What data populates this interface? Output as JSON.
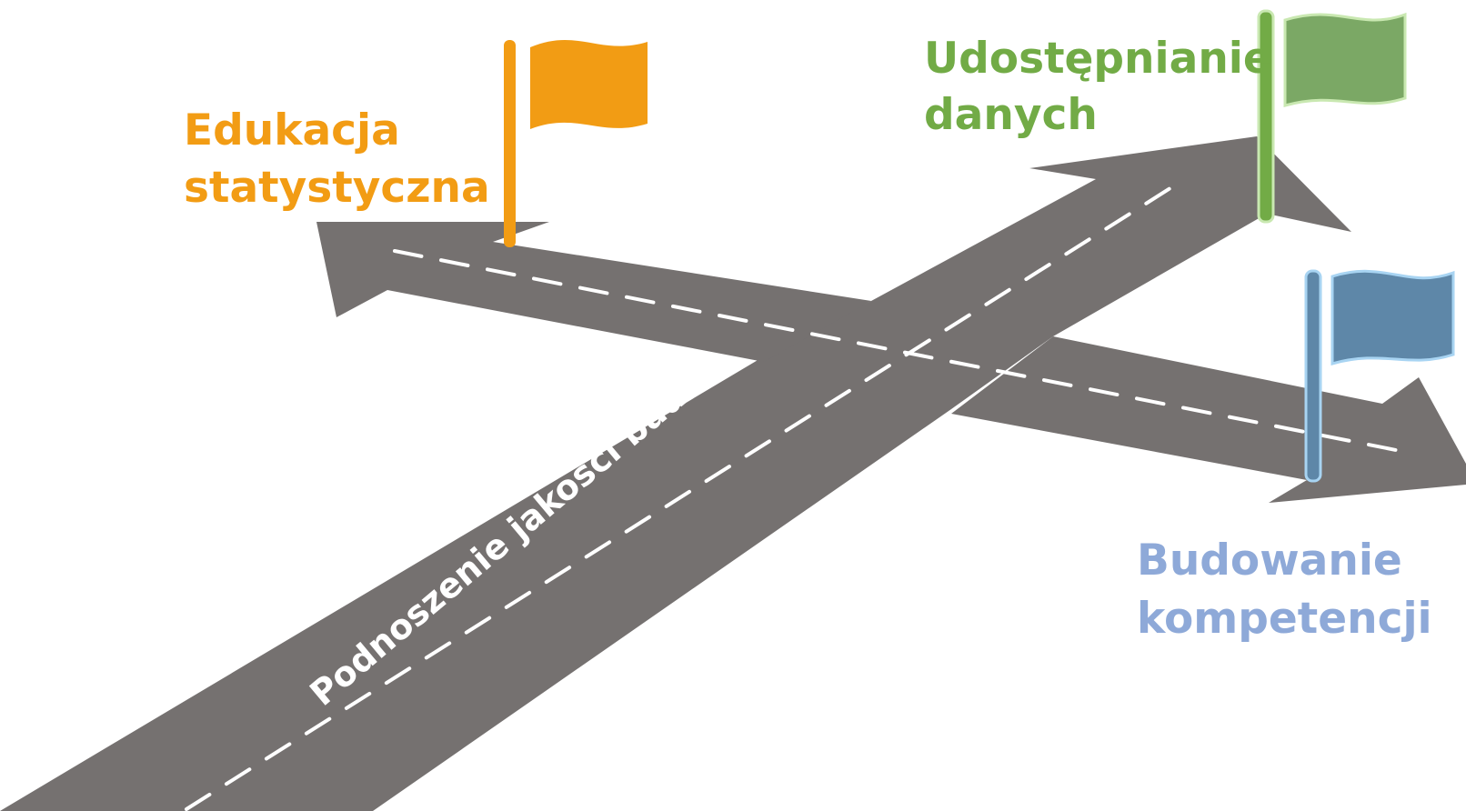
{
  "main_road": {
    "label": "Podnoszenie jakości badań"
  },
  "goals": [
    {
      "id": "education",
      "line1": "Edukacja",
      "line2": "statystyczna",
      "color": "#f29c14",
      "flag_color": "#f29c14"
    },
    {
      "id": "data-sharing",
      "line1": "Udostępnianie",
      "line2": "danych",
      "color": "#72ab46",
      "flag_color": "#7ba865"
    },
    {
      "id": "competence",
      "line1": "Budowanie",
      "line2": "kompetencji",
      "color": "#8ea9d8",
      "flag_color": "#5e87a8"
    }
  ],
  "colors": {
    "road": "#757170",
    "dash": "#ffffff"
  }
}
